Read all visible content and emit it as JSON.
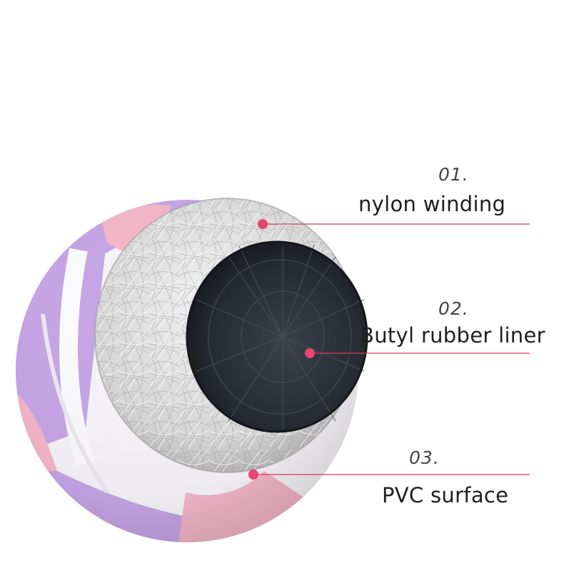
{
  "colors": {
    "leader_line": "#d9395a",
    "marker_dot": "#e64472",
    "panel_purple": "#c6a5e6",
    "panel_pink": "#f4b6c9",
    "panel_white": "#f6f4f8",
    "nylon_gray": "#c9c9c9",
    "rubber_black": "#262a33"
  },
  "icons": [
    "volleyball-cutaway-image"
  ],
  "annotations": [
    {
      "number": "01.",
      "label": "nylon winding"
    },
    {
      "number": "02.",
      "label": "Butyl rubber liner"
    },
    {
      "number": "03.",
      "label": "PVC surface"
    }
  ]
}
